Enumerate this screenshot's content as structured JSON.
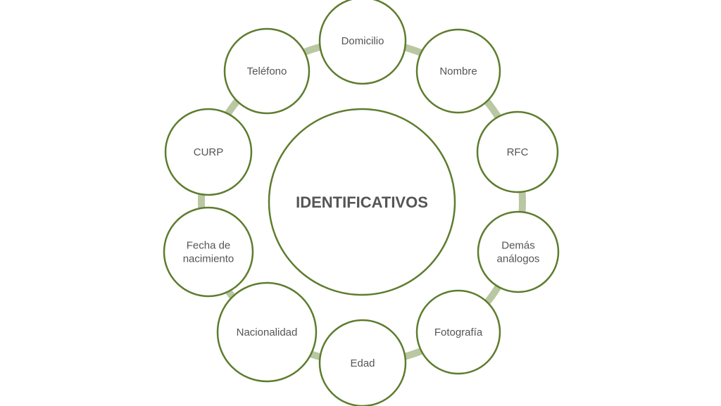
{
  "colors": {
    "background": "#ffffff",
    "node_fill": "#ffffff",
    "node_stroke": "#5e7c2d",
    "ring": "#b9c7a3",
    "text": "#555555"
  },
  "diagram": {
    "center_label": "IDENTIFICATIVOS",
    "nodes": [
      {
        "id": "domicilio",
        "lines": [
          "Domicilio"
        ]
      },
      {
        "id": "nombre",
        "lines": [
          "Nombre"
        ]
      },
      {
        "id": "rfc",
        "lines": [
          "RFC"
        ]
      },
      {
        "id": "demas-analogos",
        "lines": [
          "Demás",
          "análogos"
        ]
      },
      {
        "id": "fotografia",
        "lines": [
          "Fotografía"
        ]
      },
      {
        "id": "edad",
        "lines": [
          "Edad"
        ]
      },
      {
        "id": "nacionalidad",
        "lines": [
          "Nacionalidad"
        ]
      },
      {
        "id": "fecha-de-nacimiento",
        "lines": [
          "Fecha de",
          "nacimiento"
        ]
      },
      {
        "id": "curp",
        "lines": [
          "CURP"
        ]
      },
      {
        "id": "telefono",
        "lines": [
          "Teléfono"
        ]
      }
    ]
  }
}
